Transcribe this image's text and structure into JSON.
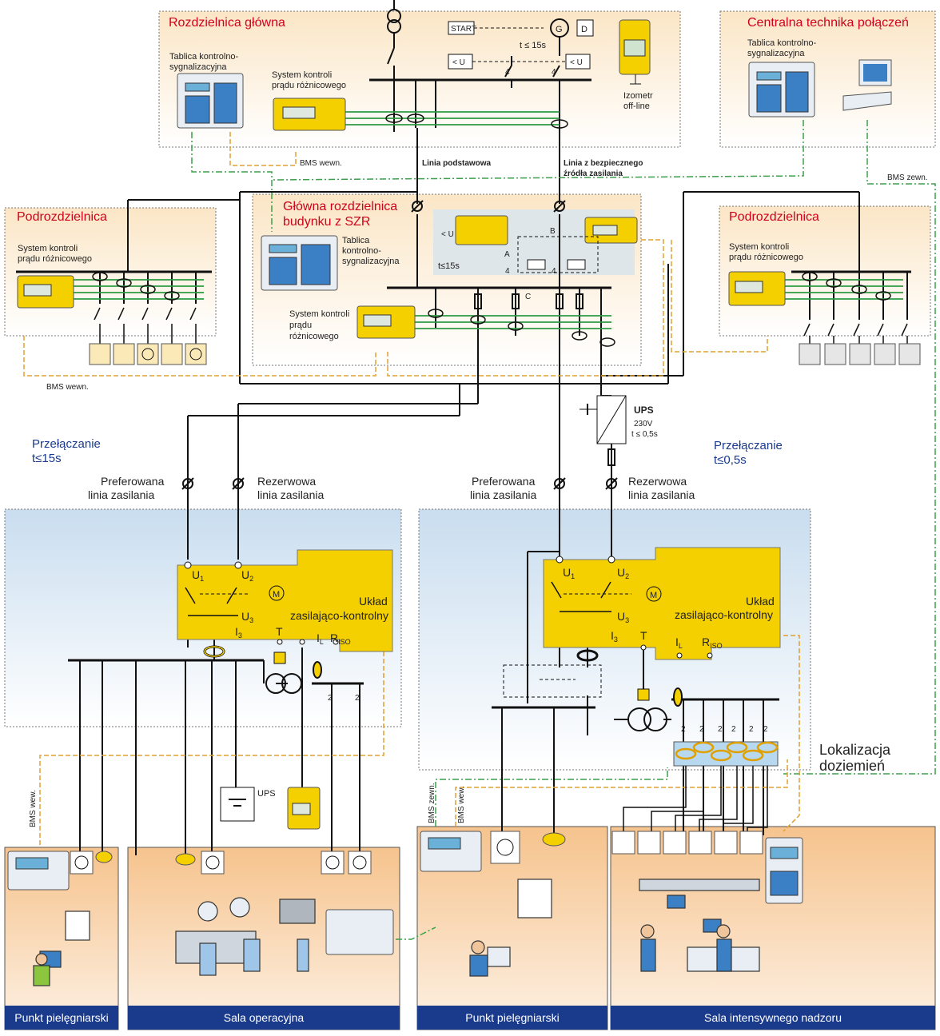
{
  "panels": {
    "main": "Rozdzielnica główna",
    "central": "Centralna technika połączeń",
    "sub_left": "Podrozdzielnica",
    "sub_right": "Podrozdzielnica",
    "szr_line1": "Główna rozdzielnica",
    "szr_line2": "budynku z SZR"
  },
  "labels": {
    "tablica_l1": "Tablica kontrolno-",
    "tablica_l2": "sygnalizacyjna",
    "tablica_szr_l1": "Tablica",
    "tablica_szr_l2": "kontrolno-",
    "tablica_szr_l3": "sygnalizacyjna",
    "rcm_l1": "System kontroli",
    "rcm_l2": "prądu różnicowego",
    "rcm_szr_l1": "System kontroli",
    "rcm_szr_l2": "prądu",
    "rcm_szr_l3": "różnicowego",
    "izometr_l1": "Izometr",
    "izometr_l2": "off-line",
    "bms_int": "BMS wewn.",
    "bms_ext": "BMS zewn.",
    "bms_wew": "BMS wew.",
    "linia_podst": "Linia podstawowa",
    "linia_bezp_l1": "Linia z bezpiecznego",
    "linia_bezp_l2": "źródła zasilania",
    "start": "START",
    "u_less": "< U",
    "t15": "t ≤ 15s",
    "t15b": "t≤15s",
    "g": "G",
    "d": "D",
    "num4": "4",
    "a": "A",
    "b": "B",
    "c": "C",
    "ups": "UPS",
    "ups_v": "230V",
    "ups_t": "t ≤ 0,5s",
    "przel1_l1": "Przełączanie",
    "przel1_l2": "t≤15s",
    "przel2_l1": "Przełączanie",
    "przel2_l2": "t≤0,5s",
    "pref_l1": "Preferowana",
    "pref_l2": "linia zasilania",
    "rez_l1": "Rezerwowa",
    "rez_l2": "linia zasilania",
    "uklad_l1": "Układ",
    "uklad_l2": "zasilająco-kontrolny",
    "u1": "U",
    "sub1": "1",
    "u2": "U",
    "sub2": "2",
    "u3": "U",
    "sub3": "3",
    "i3": "I",
    "t": "T",
    "il": "I",
    "sub_l": "L",
    "riso": "R",
    "sub_iso": "ISO",
    "m": "M",
    "two": "2",
    "lok_l1": "Lokalizacja",
    "lok_l2": "doziemień"
  },
  "rooms": {
    "r1": "Punkt pielęgniarski",
    "r2": "Sala operacyjna",
    "r3": "Punkt pielęgniarski",
    "r4": "Sala intensywnego nadzoru"
  },
  "colors": {
    "red": "#d0021b",
    "navy": "#1a3a8c",
    "yellow": "#f5d000",
    "green_line": "#2e9a44",
    "bms_dash_green": "#3aa04a",
    "bms_dash_orange": "#e0a030",
    "panel_bg": "#fdf6e0",
    "blue_bg": "#dbe9f5"
  }
}
